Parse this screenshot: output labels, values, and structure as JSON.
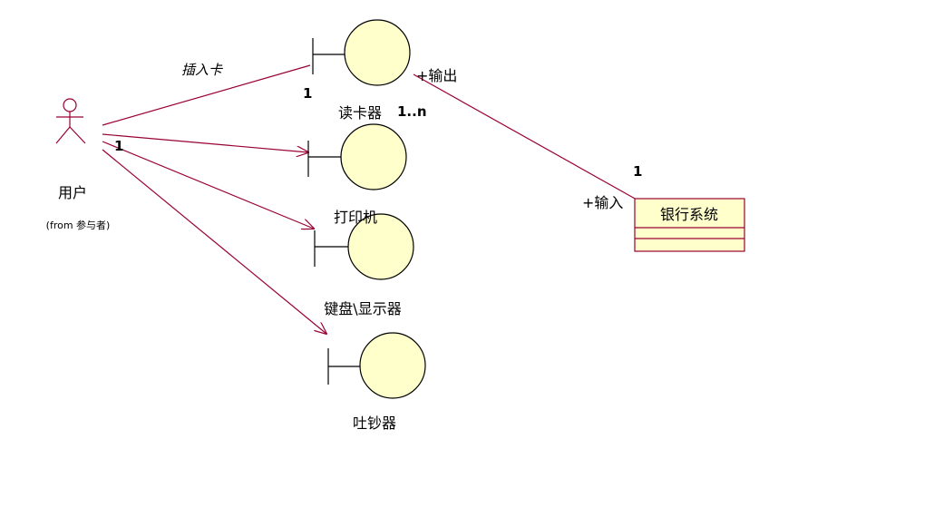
{
  "colors": {
    "line": "#990033",
    "fill": "#ffffcc",
    "stroke": "#000000"
  },
  "actor": {
    "name": "用户",
    "from": "(from 参与者)"
  },
  "boundaries": [
    {
      "id": "card-reader",
      "name": "读卡器"
    },
    {
      "id": "printer",
      "name": "打印机"
    },
    {
      "id": "keyboard-display",
      "name": "键盘\\显示器"
    },
    {
      "id": "cash-dispenser",
      "name": "吐钞器"
    }
  ],
  "class_box": {
    "name": "银行系统"
  },
  "associations": {
    "insert_card_label": "插入卡",
    "actor_multiplicity": "1",
    "reader_multiplicity": "1",
    "reader_bank_multiplicity": "1..n",
    "bank_multiplicity": "1",
    "output_role": "+输出",
    "input_role": "+输入"
  }
}
